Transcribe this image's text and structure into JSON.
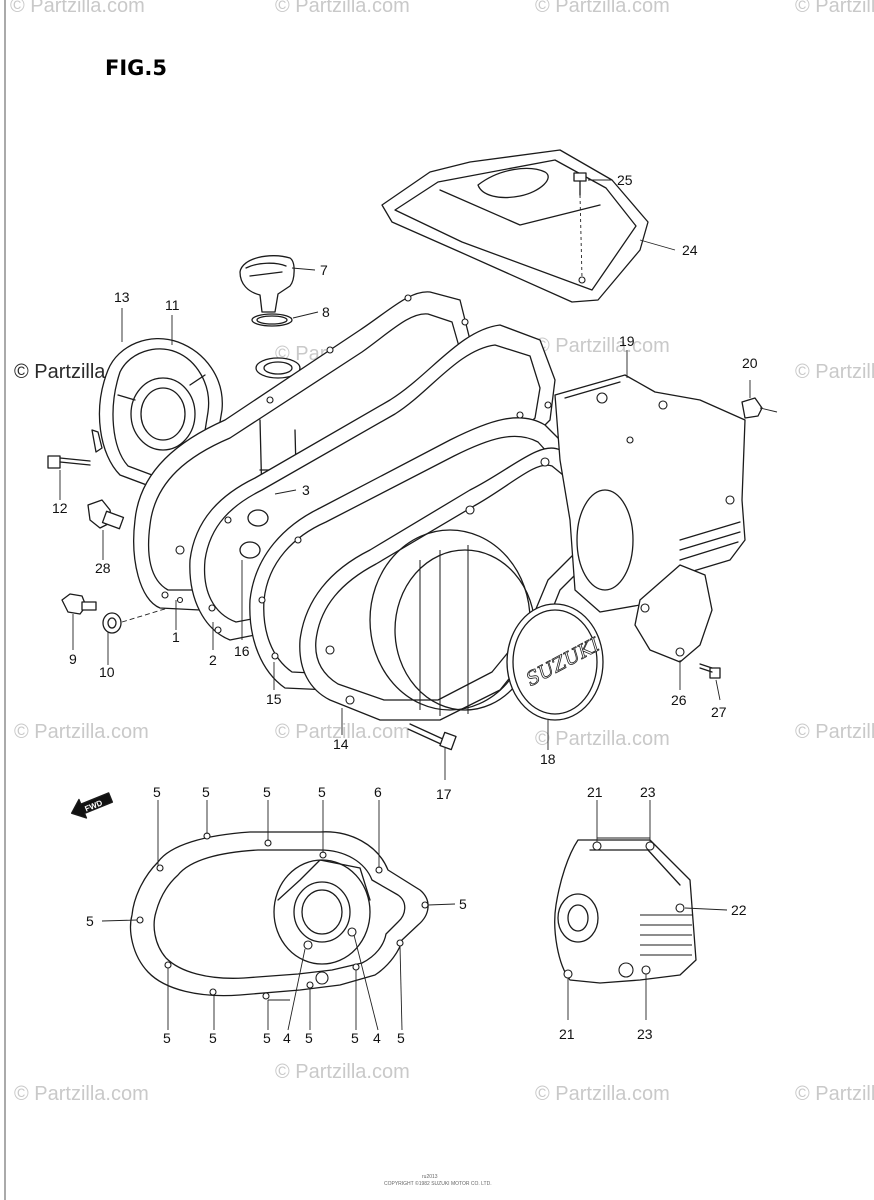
{
  "figure": {
    "title": "FIG.5"
  },
  "watermark": {
    "text": "© Partzilla.com"
  },
  "fwd_arrow": {
    "label": "FWD"
  },
  "brand_badge": {
    "text": "SUZUKI"
  },
  "footer": {
    "line1": "ru2013",
    "line2": "COPYRIGHT ©1982 SUZUKI MOTOR CO. LTD."
  },
  "labels": {
    "p1": "1",
    "p2": "2",
    "p3": "3",
    "p4": "4",
    "p5": "5",
    "p6": "6",
    "p7": "7",
    "p8": "8",
    "p9": "9",
    "p10": "10",
    "p11": "11",
    "p12": "12",
    "p13": "13",
    "p14": "14",
    "p15": "15",
    "p16": "16",
    "p17": "17",
    "p18": "18",
    "p19": "19",
    "p20": "20",
    "p21": "21",
    "p22": "22",
    "p23": "23",
    "p24": "24",
    "p25": "25",
    "p26": "26",
    "p27": "27",
    "p28": "28"
  }
}
